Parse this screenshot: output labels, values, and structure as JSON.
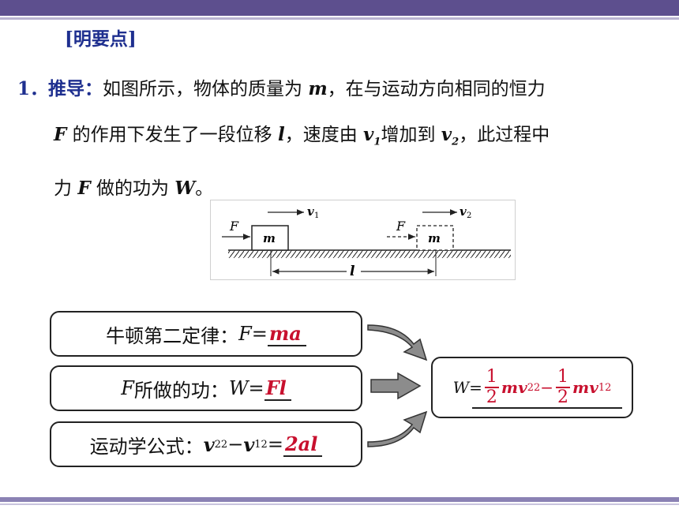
{
  "heading": "[明要点]",
  "point": {
    "number": "1．",
    "keyword": "推导：",
    "text_a": "如图所示，物体的质量为 ",
    "var_m": "m",
    "text_b": "，在与运动方向相同的恒力",
    "var_F": "F",
    "text_c": " 的作用下发生了一段位移 ",
    "var_l": "l",
    "text_d": "，速度由 ",
    "var_v1": "v",
    "sub_1": "1",
    "text_e": "增加到 ",
    "var_v2": "v",
    "sub_2": "2",
    "text_f": "，此过程中",
    "text_g": "力 ",
    "var_F2": "F",
    "text_h": " 做的功为 ",
    "var_W": "W",
    "text_i": "。"
  },
  "diagram": {
    "force_label": "F",
    "mass_label": "m",
    "v1_label": "v",
    "v1_sub": "1",
    "v2_label": "v",
    "v2_sub": "2",
    "displacement_label": "l"
  },
  "boxes": {
    "newton": {
      "label": "牛顿第二定律：",
      "lhs": "F=",
      "answer": "ma"
    },
    "work": {
      "var": "F",
      "label": " 所做的功：",
      "lhs": "W=",
      "answer": "Fl"
    },
    "kinematics": {
      "label": "运动学公式：",
      "v": "v",
      "sub2": "2",
      "sup2": "2",
      "minus": "−",
      "sub1": "1",
      "eq": "=",
      "answer": "2al"
    },
    "result": {
      "lhs": "W=",
      "num": "1",
      "den": "2",
      "mv": "mv",
      "sub2": "2",
      "sup": "2",
      "minus": "−",
      "sub1": "1"
    }
  },
  "colors": {
    "accent_blue": "#1e2f8f",
    "answer_red": "#c8102e",
    "header_bar": "#5d4f8e"
  }
}
